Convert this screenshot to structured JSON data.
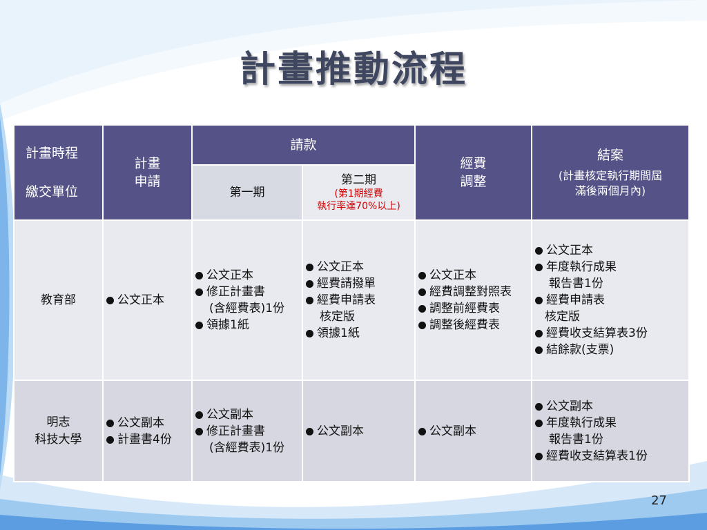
{
  "title": "計畫推動流程",
  "page_number": "27",
  "header": {
    "schedule": "計畫時程",
    "unit": "繳交單位",
    "plan_application": [
      "計畫",
      "申請"
    ],
    "payment": "請款",
    "phase1": "第一期",
    "phase2": "第二期",
    "phase2_note": [
      "(第1期經費",
      "執行率達70%以上)"
    ],
    "budget_adjust": [
      "經費",
      "調整"
    ],
    "closing": "結案",
    "closing_note": [
      "(計畫核定執行期間屆",
      "滿後兩個月內)"
    ]
  },
  "rows": [
    {
      "org": [
        "教育部"
      ],
      "plan": [
        "公文正本"
      ],
      "phase1": [
        [
          "公文正本"
        ],
        [
          "修正計畫書",
          "(含經費表)1份"
        ],
        [
          "領據1紙"
        ]
      ],
      "phase2": [
        [
          "公文正本"
        ],
        [
          "經費請撥單"
        ],
        [
          "經費申請表",
          "核定版"
        ],
        [
          "領據1紙"
        ]
      ],
      "adjust": [
        [
          "公文正本"
        ],
        [
          "經費調整對照表"
        ],
        [
          "調整前經費表"
        ],
        [
          "調整後經費表"
        ]
      ],
      "closing": [
        [
          "公文正本"
        ],
        [
          "年度執行成果",
          "報告書1份"
        ],
        [
          "經費申請表",
          "核定版"
        ],
        [
          "經費收支結算表3份"
        ],
        [
          "結餘款(支票)"
        ]
      ]
    },
    {
      "org": [
        "明志",
        "科技大學"
      ],
      "plan": [
        "公文副本",
        "計畫書4份"
      ],
      "phase1": [
        [
          "公文副本"
        ],
        [
          "修正計畫書",
          "(含經費表)1份"
        ]
      ],
      "phase2": [
        [
          "公文副本"
        ]
      ],
      "adjust": [
        [
          "公文副本"
        ]
      ],
      "closing": [
        [
          "公文副本"
        ],
        [
          "年度執行成果",
          "報告書1份"
        ],
        [
          "經費收支結算表1份"
        ]
      ]
    }
  ],
  "colors": {
    "header": "#545286",
    "row1": "#e9eaef",
    "row2": "#d6d7e0",
    "title": "#3e4660",
    "note": "#d00000"
  }
}
